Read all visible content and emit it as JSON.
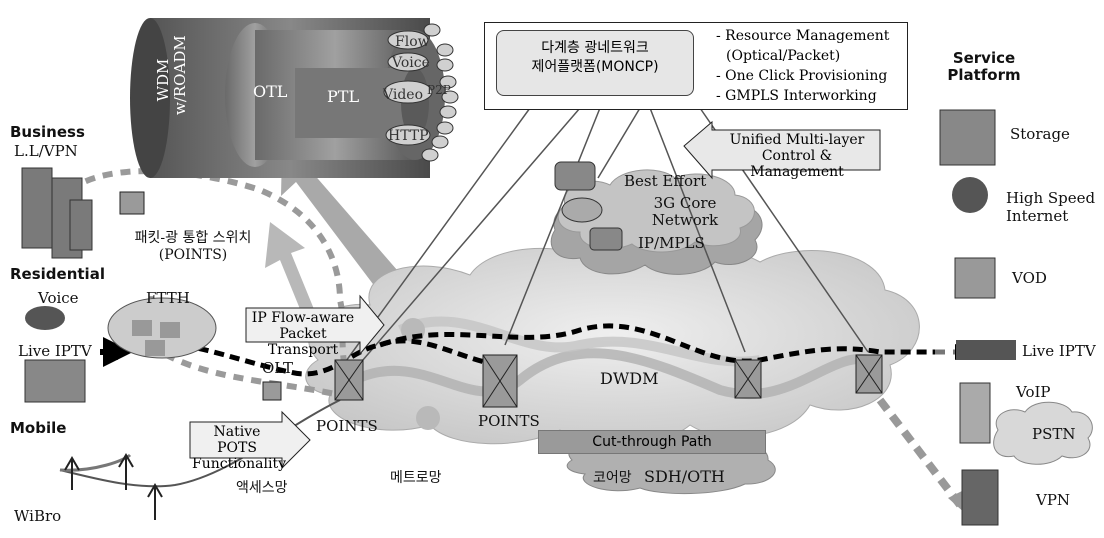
{
  "wdm_bundle": {
    "wdm_label": "WDM\nw/ROADM",
    "otl": "OTL",
    "ptl": "PTL",
    "strands": [
      "Flow",
      "Voice",
      "Video",
      "P2P",
      "HTTP"
    ]
  },
  "moncp": {
    "title_line1": "다계층 광네트워크",
    "title_line2": "제어플랫폼(MONCP)",
    "features": [
      "- Resource Management",
      "(Optical/Packet)",
      "- One Click Provisioning",
      "- GMPLS Interworking"
    ]
  },
  "arrows": {
    "unified": [
      "Unified Multi-layer",
      "Control & Management"
    ],
    "ip_flow": [
      "IP Flow-aware",
      "Packet Transport"
    ],
    "native_pots": [
      "Native POTS",
      "Functionality"
    ]
  },
  "clouds": {
    "best_effort": "Best Effort",
    "core_3g": [
      "3G Core",
      "Network"
    ],
    "ip_mpls": "IP/MPLS",
    "dwdm": "DWDM",
    "cut_through": "Cut-through Path",
    "sdh_oth": "SDH/OTH",
    "metro": "메트로망",
    "core": "코어망",
    "access": "액세스망"
  },
  "left": {
    "business": "Business",
    "ll_vpn": "L.L/VPN",
    "switch": [
      "패킷-광 통합 스위치",
      "(POINTS)"
    ],
    "residential": "Residential",
    "voice": "Voice",
    "ftth": "FTTH",
    "live_iptv": "Live IPTV",
    "olt": "OLT",
    "points_a": "POINTS",
    "points_b": "POINTS",
    "mobile": "Mobile",
    "wibro": "WiBro"
  },
  "service": {
    "title": [
      "Service",
      "Platform"
    ],
    "items": [
      "Storage",
      "High Speed",
      "Internet",
      "VOD",
      "Live IPTV",
      "VoIP",
      "PSTN",
      "VPN"
    ]
  },
  "colors": {
    "cloud": "#d6d6d6",
    "cloud_dark": "#9c9c9c",
    "gray_arrow": "#a9a9a9",
    "dashed": "#000000"
  }
}
